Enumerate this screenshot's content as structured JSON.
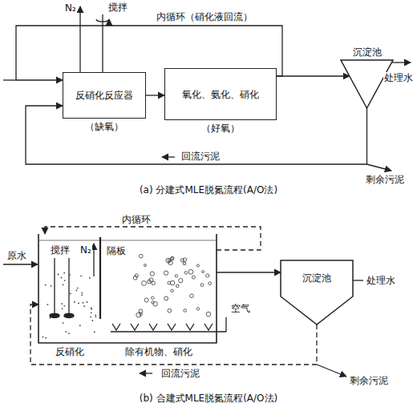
{
  "diagram": {
    "nodes": [
      {
        "text": [
          "反硝化反应器",
          "（缺氧）"
        ]
      },
      {
        "text": [
          "氧化、氨化、硝化",
          "（好氧）"
        ]
      },
      {
        "text": [
          "沉淀池"
        ]
      },
      {
        "text": [
          "反硝化"
        ]
      },
      {
        "text": [
          "除有机物、硝化"
        ]
      },
      {
        "text": [
          "沉淀池"
        ]
      }
    ],
    "edges": [
      {
        "from": 0,
        "to": 1,
        "arrow": "to"
      },
      {
        "from": 1,
        "to": 2,
        "arrow": "to"
      },
      {
        "from": 1,
        "to": 0,
        "label": "内循环（硝化液回流）",
        "arrow": "to"
      },
      {
        "from": 2,
        "to": 0,
        "label": "回流污泥",
        "arrow": "to"
      },
      {
        "from": 4,
        "to": 5,
        "arrow": "to"
      },
      {
        "from": 4,
        "to": 3,
        "label": "内循环",
        "arrow": "to"
      },
      {
        "from": 5,
        "to": 3,
        "label": "回流污泥",
        "arrow": "to"
      }
    ],
    "labels": [
      "搅拌",
      "N₂",
      "处理水",
      "剩余污泥",
      "(a) 分建式MLE脱氮流程(A/O法)",
      "原水",
      "搅拌",
      "N₂",
      "隔板",
      "空气",
      "处理水",
      "剩余污泥",
      "(b) 合建式MLE脱氮流程(A/O法)"
    ]
  }
}
